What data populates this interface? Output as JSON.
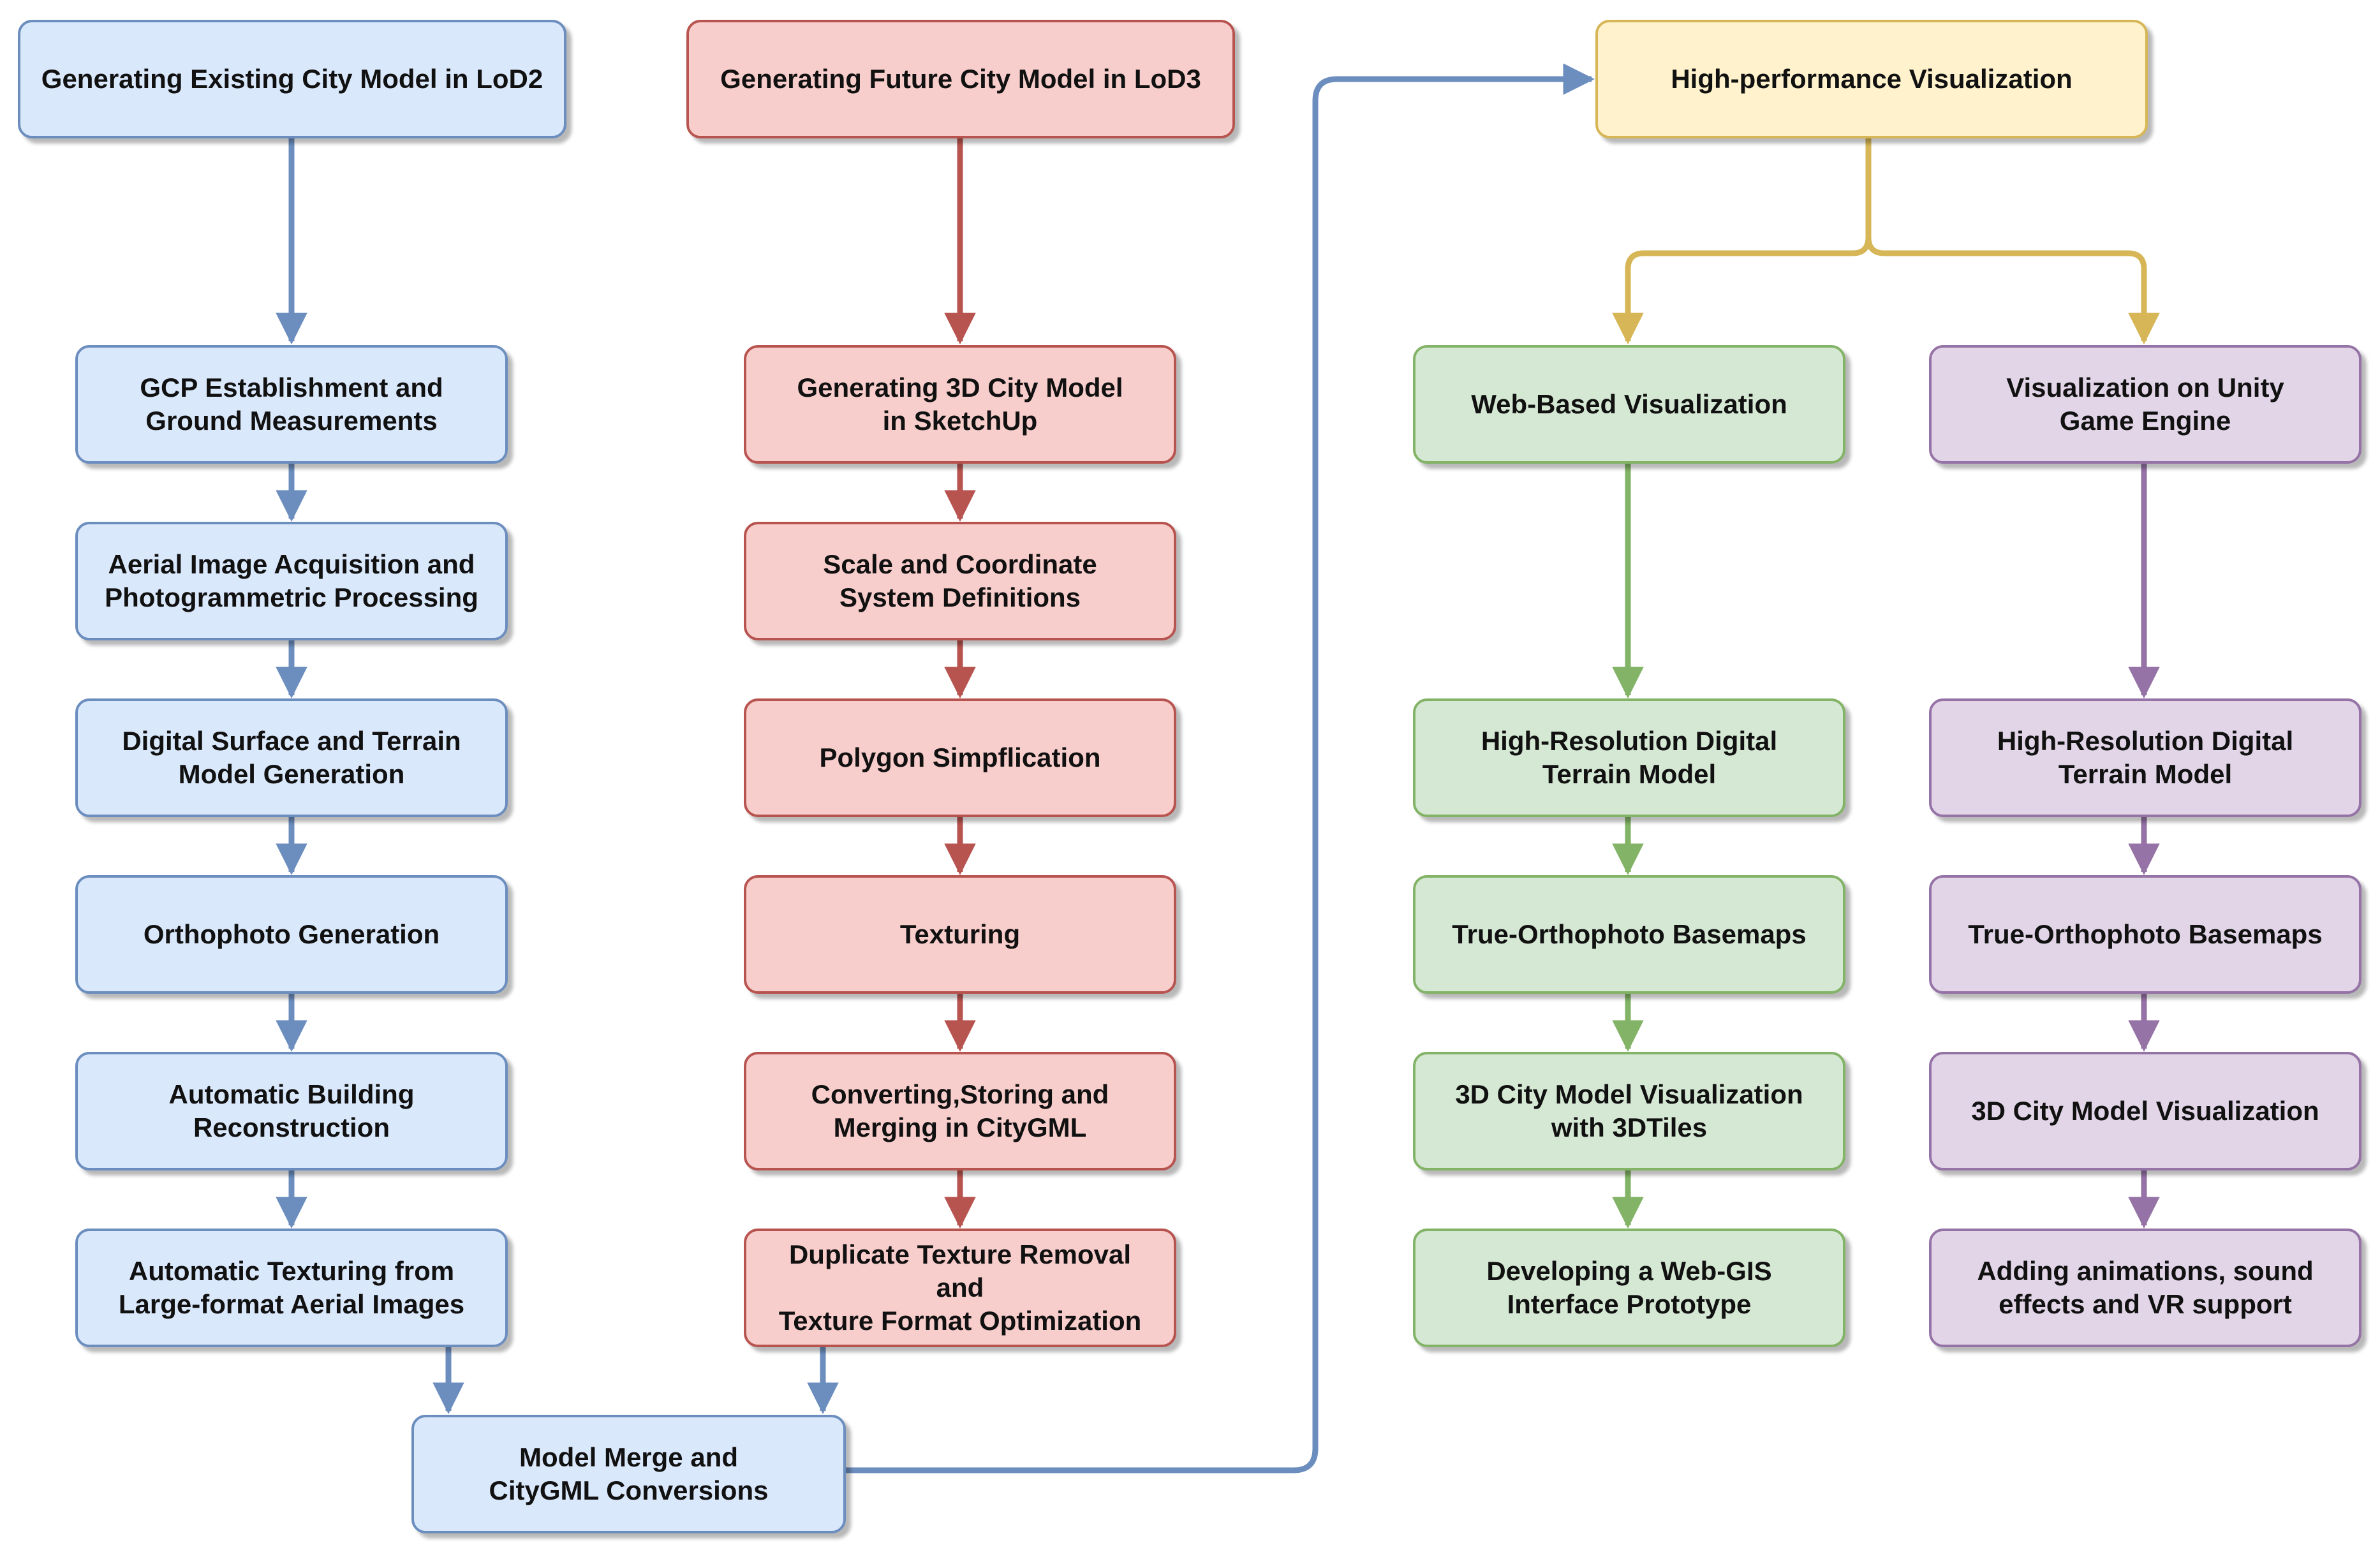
{
  "colors": {
    "blue_fill": "#dae8fc",
    "blue_stroke": "#6c8ebf",
    "red_fill": "#f8cecc",
    "red_stroke": "#b85450",
    "yellow_fill": "#fff2cc",
    "yellow_stroke": "#d6b656",
    "green_fill": "#d5e8d4",
    "green_stroke": "#82b366",
    "purple_fill": "#e1d5e7",
    "purple_stroke": "#9673a6"
  },
  "existing_model": {
    "title": "Generating Existing City Model in LoD2",
    "steps": [
      "GCP Establishment and\nGround Measurements",
      "Aerial Image Acquisition and\nPhotogrammetric Processing",
      "Digital Surface and Terrain\nModel Generation",
      "Orthophoto Generation",
      "Automatic Building\nReconstruction",
      "Automatic Texturing from\nLarge-format Aerial Images"
    ]
  },
  "future_model": {
    "title": "Generating Future City Model in LoD3",
    "steps": [
      "Generating 3D City Model\nin SketchUp",
      "Scale and Coordinate\nSystem Definitions",
      "Polygon Simpflication",
      "Texturing",
      "Converting,Storing and\nMerging in CityGML",
      "Duplicate Texture Removal and\nTexture Format Optimization"
    ]
  },
  "merge": {
    "label": "Model Merge and\nCityGML Conversions"
  },
  "visualization": {
    "title": "High-performance Visualization",
    "web": {
      "title": "Web-Based Visualization",
      "steps": [
        "High-Resolution Digital\nTerrain Model",
        "True-Orthophoto Basemaps",
        "3D City Model Visualization\nwith 3DTiles",
        "Developing a Web-GIS\nInterface Prototype"
      ]
    },
    "unity": {
      "title": "Visualization on Unity\nGame Engine",
      "steps": [
        "High-Resolution Digital\nTerrain Model",
        "True-Orthophoto Basemaps",
        "3D City Model Visualization",
        "Adding animations, sound\neffects and VR support"
      ]
    }
  }
}
